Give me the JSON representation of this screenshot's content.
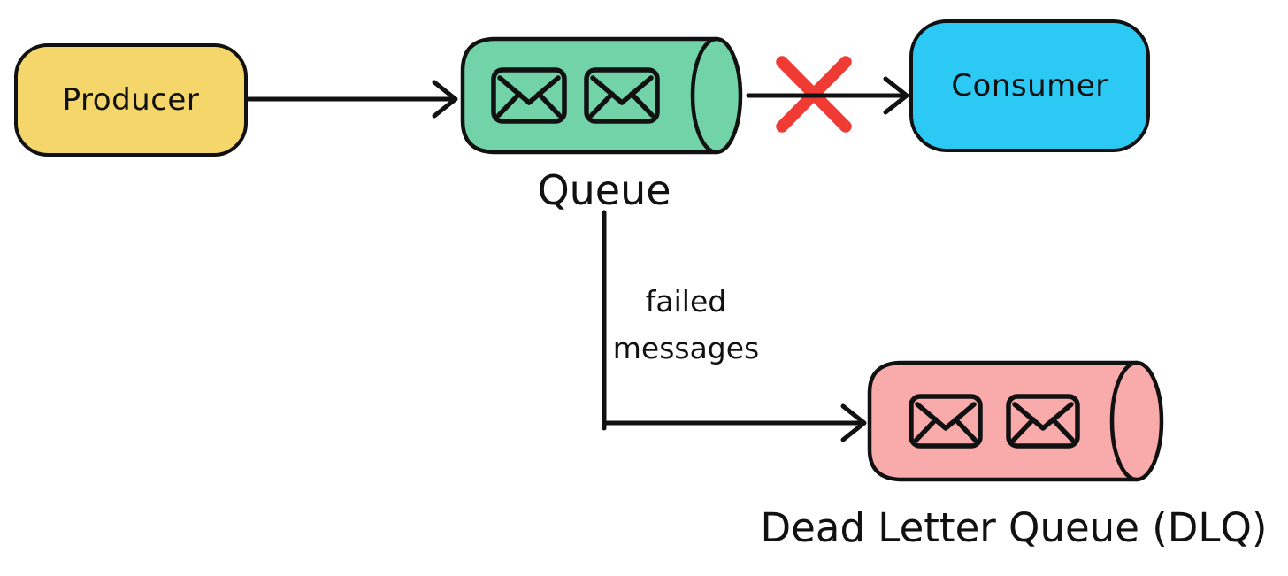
{
  "page": {
    "background": "#FFFFFF"
  },
  "diagram": {
    "nodes": {
      "producer": {
        "label": "Producer",
        "type": "box",
        "fill": "#F5D66A"
      },
      "queue": {
        "label": "Queue",
        "type": "cylinder",
        "fill": "#72D3A8",
        "message_count": 2
      },
      "consumer": {
        "label": "Consumer",
        "type": "box",
        "fill": "#2BC9F4"
      },
      "dlq": {
        "label": "Dead Letter Queue (DLQ)",
        "type": "cylinder",
        "fill": "#F9AAAA",
        "message_count": 2
      }
    },
    "edges": {
      "producer_to_queue": {
        "from": "Producer",
        "to": "Queue"
      },
      "queue_to_consumer": {
        "from": "Queue",
        "to": "Consumer",
        "status": "blocked"
      },
      "queue_to_dlq": {
        "from": "Queue",
        "to": "Dead Letter Queue (DLQ)",
        "label_line1": "failed",
        "label_line2": "messages"
      }
    },
    "colors": {
      "stroke": "#111111",
      "error": "#EF3B33"
    },
    "icons": {
      "message": "envelope-icon",
      "failure": "x-mark-icon"
    }
  }
}
